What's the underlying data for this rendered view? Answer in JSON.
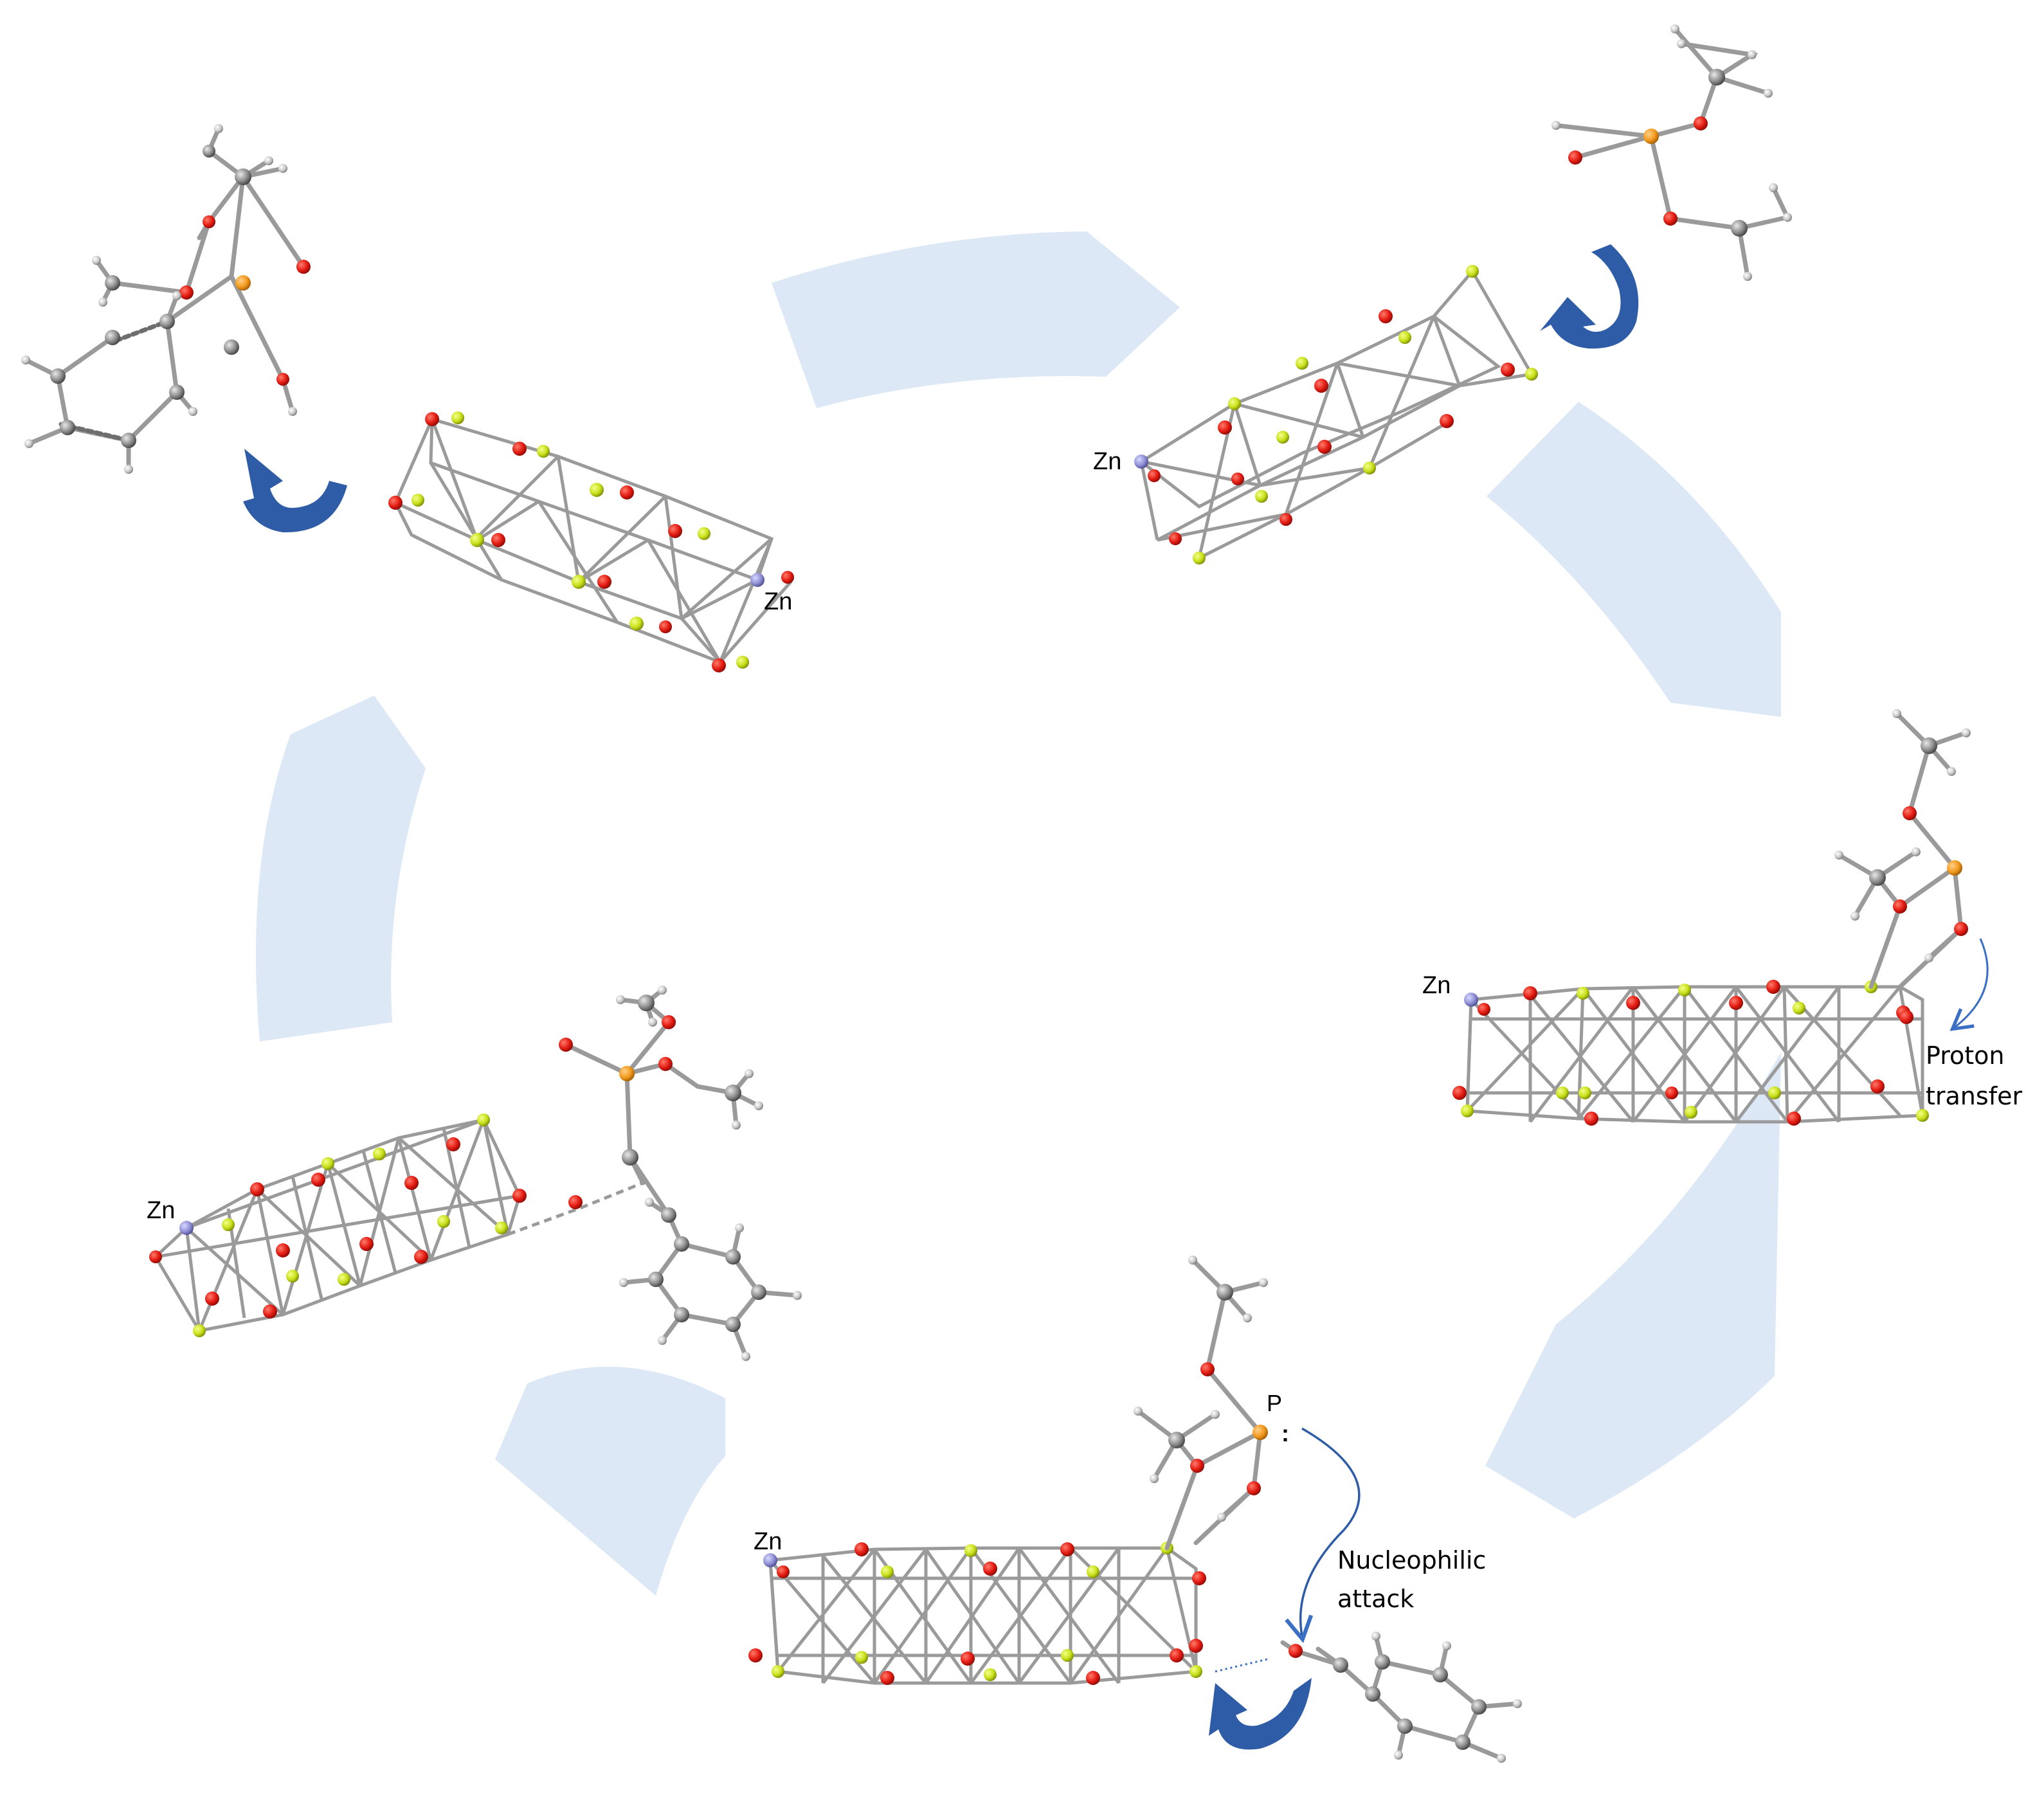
{
  "colors": {
    "cycle_arrow": "#dce8f5",
    "rotate_arrow": "#2e5ca6",
    "o_atom": "#e31b12",
    "b_atom": "#c8e01a",
    "p_atom": "#f29a1c",
    "zn_atom": "#8f8fd6",
    "c_atom": "#8c8c8c",
    "h_atom": "#bdbdbd",
    "bond": "#9a9a9a",
    "annotation_arrow": "#3a6fc4"
  },
  "labels": {
    "zn": "Zn",
    "p": "P",
    "lone_pair": ":",
    "proton_transfer_1": "Proton",
    "proton_transfer_2": "transfer",
    "nucleophilic_attack_1": "Nucleophilic",
    "nucleophilic_attack_2": "attack"
  },
  "icons": {
    "cycle_arrow": "wide-curved-arrow-icon",
    "rotate_arrow": "curved-rotate-arrow-icon"
  }
}
